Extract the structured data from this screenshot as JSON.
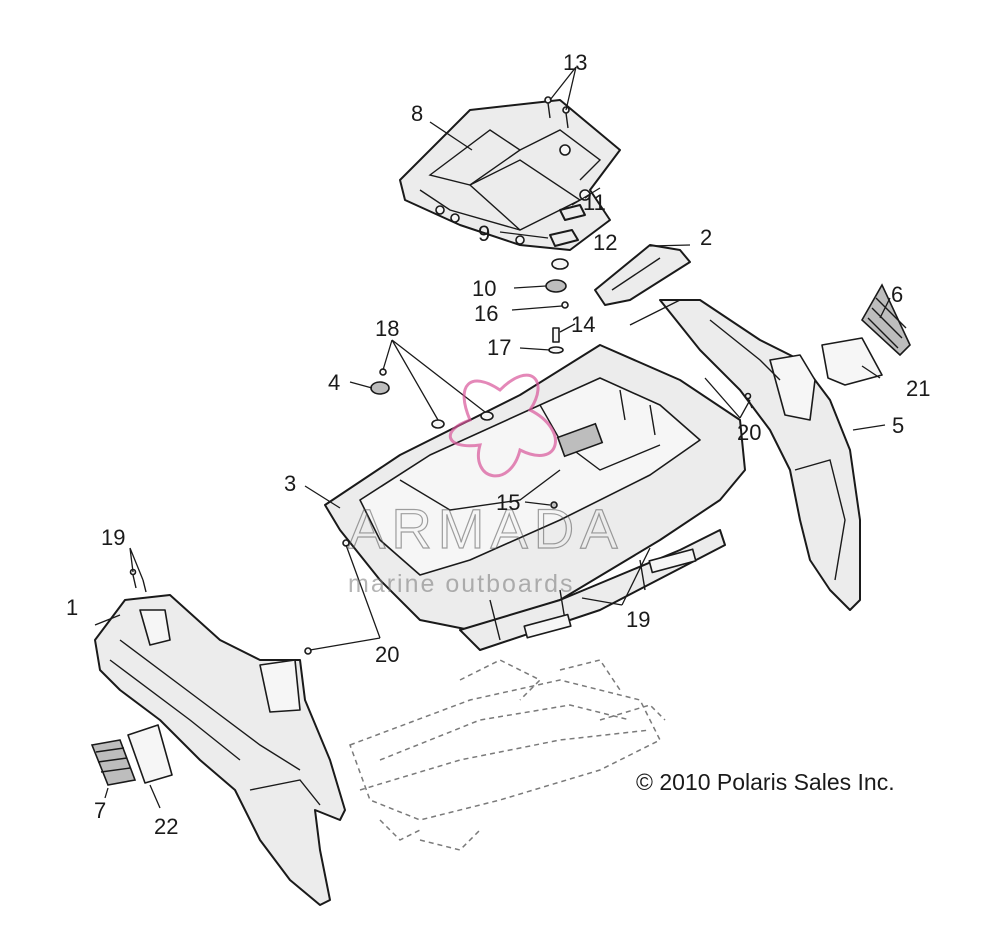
{
  "diagram": {
    "callouts": [
      "1",
      "2",
      "3",
      "4",
      "5",
      "6",
      "7",
      "8",
      "9",
      "10",
      "11",
      "12",
      "13",
      "14",
      "15",
      "16",
      "17",
      "18",
      "19",
      "20",
      "21",
      "22"
    ],
    "extra_callouts": {
      "19b": "19",
      "20b": "20"
    },
    "copyright": "© 2010 Polaris Sales Inc."
  },
  "watermark": {
    "brand": "ARMADA",
    "tagline": "marine outboards",
    "logo_color": "#d9569a"
  }
}
